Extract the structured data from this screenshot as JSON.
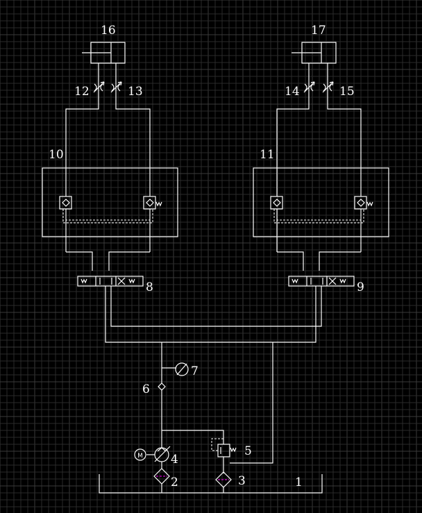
{
  "diagram": {
    "type": "hydraulic-schematic",
    "background": "#000000",
    "line_color": "#ffffff",
    "filter_accent": "#d000d0",
    "labels": {
      "tank": "1",
      "filter_left": "2",
      "filter_right": "3",
      "pump": "4",
      "relief_valve": "5",
      "check_valve": "6",
      "gauge": "7",
      "dir_valve_left": "8",
      "dir_valve_right": "9",
      "block_left": "10",
      "block_right": "11",
      "throttle_12": "12",
      "throttle_13": "13",
      "throttle_14": "14",
      "throttle_15": "15",
      "cylinder_left": "16",
      "cylinder_right": "17",
      "motor_symbol": "M",
      "spring_symbol": "W"
    }
  }
}
